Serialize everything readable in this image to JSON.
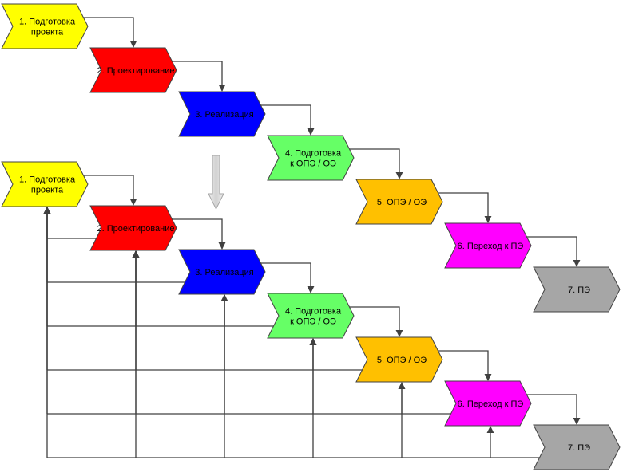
{
  "stages_top": [
    {
      "lines": [
        "1. Подготовка",
        "проекта"
      ],
      "color": "#ffff00"
    },
    {
      "lines": [
        "2. Проектирование"
      ],
      "color": "#ff0000"
    },
    {
      "lines": [
        "3. Реализация"
      ],
      "color": "#0000ff"
    },
    {
      "lines": [
        "4. Подготовка",
        "к ОПЭ / ОЭ"
      ],
      "color": "#66ff66"
    },
    {
      "lines": [
        "5. ОПЭ / ОЭ"
      ],
      "color": "#ffc000"
    },
    {
      "lines": [
        "6. Переход к ПЭ"
      ],
      "color": "#ff00ff"
    },
    {
      "lines": [
        "7. ПЭ"
      ],
      "color": "#a6a6a6"
    }
  ],
  "stages_bottom": [
    {
      "lines": [
        "1. Подготовка",
        "проекта"
      ],
      "color": "#ffff00"
    },
    {
      "lines": [
        "2. Проектирование"
      ],
      "color": "#ff0000"
    },
    {
      "lines": [
        "3. Реализация"
      ],
      "color": "#0000ff"
    },
    {
      "lines": [
        "4. Подготовка",
        "к ОПЭ / ОЭ"
      ],
      "color": "#66ff66"
    },
    {
      "lines": [
        "5. ОПЭ / ОЭ"
      ],
      "color": "#ffc000"
    },
    {
      "lines": [
        "6. Переход к ПЭ"
      ],
      "color": "#ff00ff"
    },
    {
      "lines": [
        "7. ПЭ"
      ],
      "color": "#a6a6a6"
    }
  ],
  "transition_arrow": {
    "icon": "down-arrow-icon",
    "color": "#d9d9d9"
  }
}
